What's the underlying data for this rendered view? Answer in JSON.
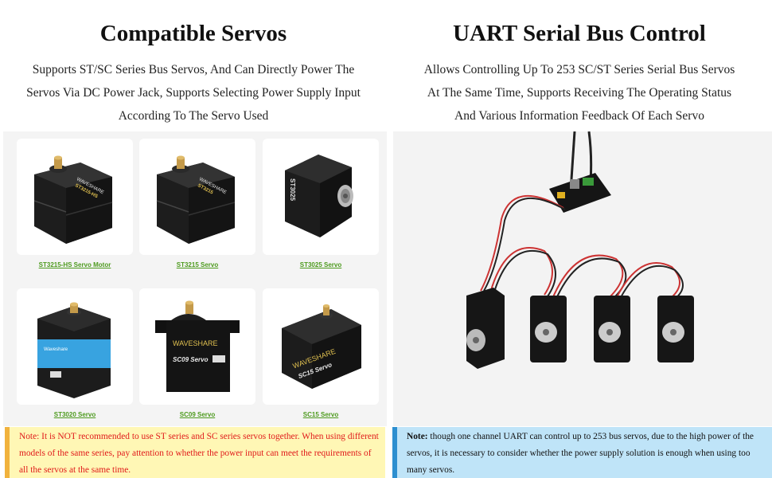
{
  "left": {
    "title": "Compatible Servos",
    "desc_lines": [
      "Supports ST/SC Series Bus Servos, And Can Directly Power The",
      "Servos Via DC Power Jack, Supports Selecting Power Supply Input",
      "According To The Servo Used"
    ],
    "servos": [
      {
        "caption": "ST3215-HS Servo Motor",
        "label": "ST3215-HS"
      },
      {
        "caption": "ST3215 Servo",
        "label": "ST3215"
      },
      {
        "caption": "ST3025 Servo",
        "label": "ST3025"
      },
      {
        "caption": "ST3020 Servo",
        "label": "Waveshare"
      },
      {
        "caption": "SC09 Servo",
        "label": "SC09 Servo"
      },
      {
        "caption": "SC15 Servo",
        "label": "SC15 Servo"
      }
    ],
    "brand": "WAVESHARE",
    "note": "Note: It is NOT recommended to use ST series and SC series servos together. When using different models of the same series, pay attention to whether the power input can meet the requirements of all the servos at the same time."
  },
  "right": {
    "title": "UART Serial Bus Control",
    "desc_lines": [
      "Allows Controlling Up To 253 SC/ST Series Serial Bus Servos",
      "At The Same Time, Supports Receiving The Operating Status",
      "And Various Information Feedback Of Each Servo"
    ],
    "note_label": "Note:",
    "note_text": " though one channel UART can control up to 253 bus servos, due to the high power of the servos, it is necessary to consider whether the power supply solution is enough when using too many servos."
  },
  "colors": {
    "caption_green": "#4d9a1e",
    "note_left_bg": "#fff7b5",
    "note_left_text": "#e01a1a",
    "note_left_bar": "#f1b23d",
    "note_right_bg": "#bfe4f8",
    "note_right_bar": "#2d8fd0",
    "st3020_blue": "#38a3e0"
  }
}
